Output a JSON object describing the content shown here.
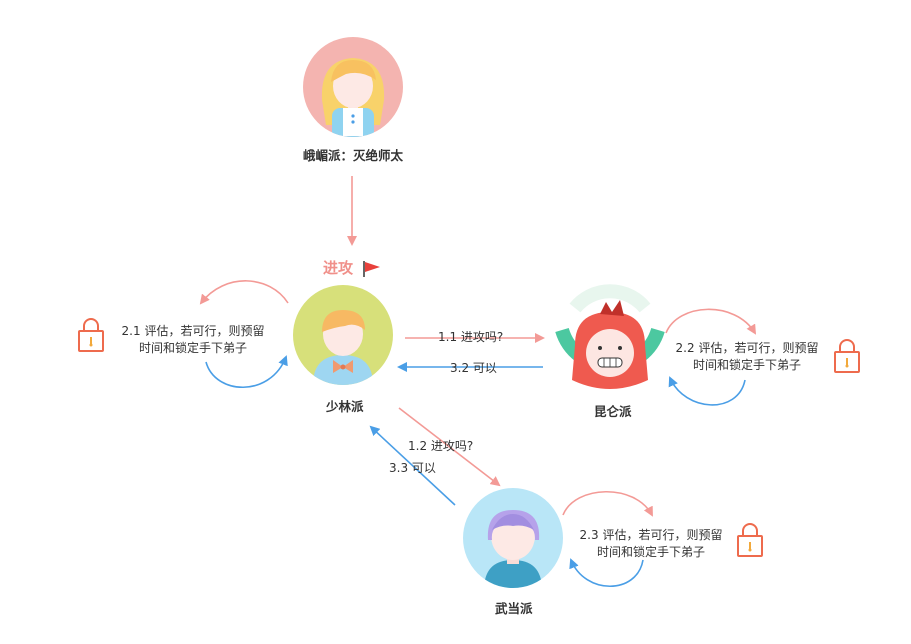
{
  "nodes": {
    "emei": "峨嵋派：灭绝师太",
    "shaolin": "少林派",
    "kunlun": "昆仑派",
    "wudang": "武当派"
  },
  "attack_label": "进攻",
  "edges": {
    "e11": "1.1 进攻吗?",
    "e32": "3.2 可以",
    "e12": "1.2 进攻吗?",
    "e33": "3.3 可以"
  },
  "loops": {
    "l21": "2.1 评估，若可行，则预留时间和锁定手下弟子",
    "l22": "2.2 评估，若可行，则预留时间和锁定手下弟子",
    "l23": "2.3 评估，若可行，则预留时间和锁定手下弟子"
  },
  "colors": {
    "red": "#f39a96",
    "blue": "#4a9ee6",
    "lock": "#ee6b4d"
  },
  "icons": [
    "flag-icon",
    "lock-icon"
  ]
}
